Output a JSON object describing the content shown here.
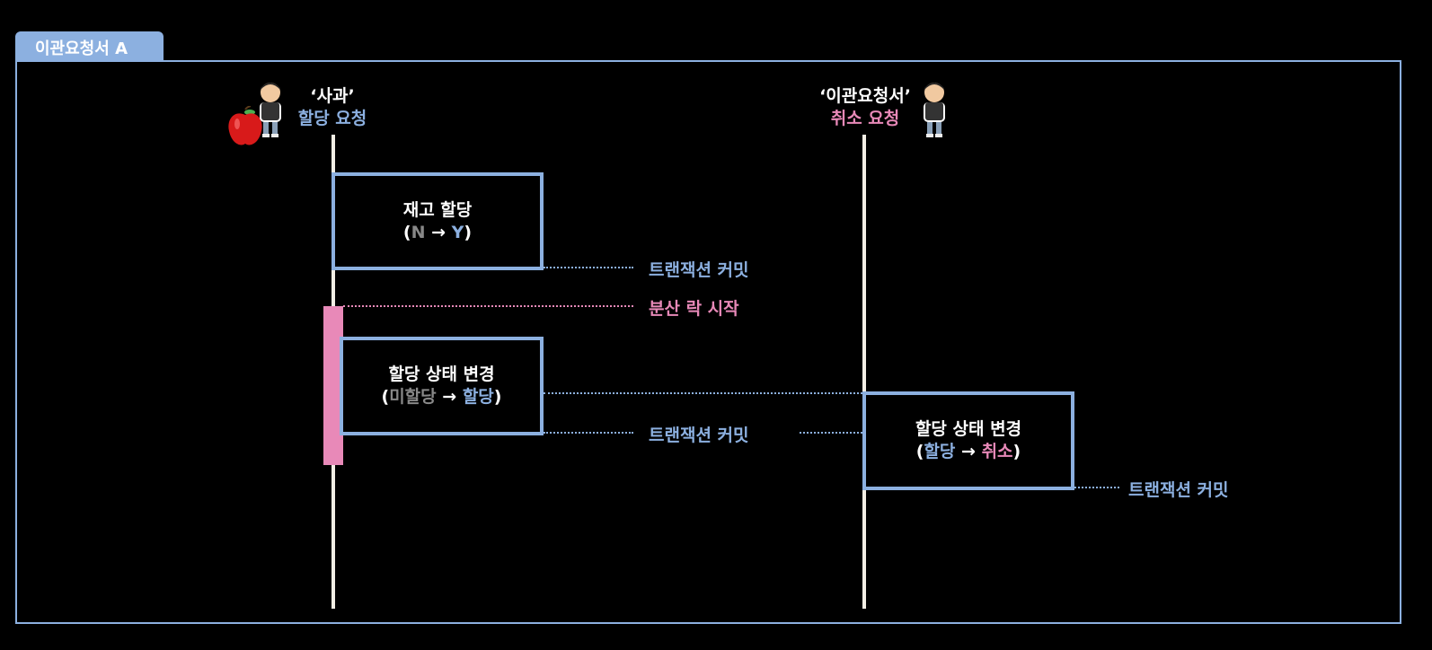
{
  "tab": {
    "label": "이관요청서 A"
  },
  "actors": {
    "left": {
      "name": "‘사과’",
      "action": "할당 요청"
    },
    "right": {
      "name": "‘이관요청서’",
      "action": "취소 요청"
    }
  },
  "boxes": {
    "stock": {
      "title": "재고 할당",
      "open": "(",
      "from": "N",
      "arrow": " → ",
      "to": "Y",
      "close": ")"
    },
    "left_change": {
      "title": "할당 상태 변경",
      "open": "(",
      "from": "미할당",
      "arrow": " → ",
      "to": "할당",
      "close": ")"
    },
    "right_change": {
      "title": "할당 상태 변경",
      "open": "(",
      "from": "할당",
      "arrow": " → ",
      "to": "취소",
      "close": ")"
    }
  },
  "labels": {
    "commit1": "트랜잭션 커밋",
    "lock_start": "분산 락 시작",
    "commit2": "트랜잭션 커밋",
    "commit3": "트랜잭션 커밋"
  },
  "colors": {
    "accent": "#8cb0e0",
    "lock": "#e889b8",
    "lifeline": "#f3efe5",
    "background": "#000000"
  }
}
